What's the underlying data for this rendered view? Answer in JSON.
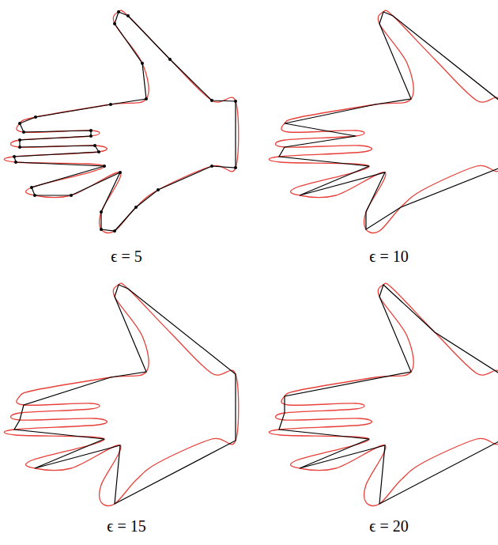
{
  "diagram": {
    "labels": [
      "ϵ = 5",
      "ϵ = 10",
      "ϵ = 15",
      "ϵ = 20"
    ]
  }
}
